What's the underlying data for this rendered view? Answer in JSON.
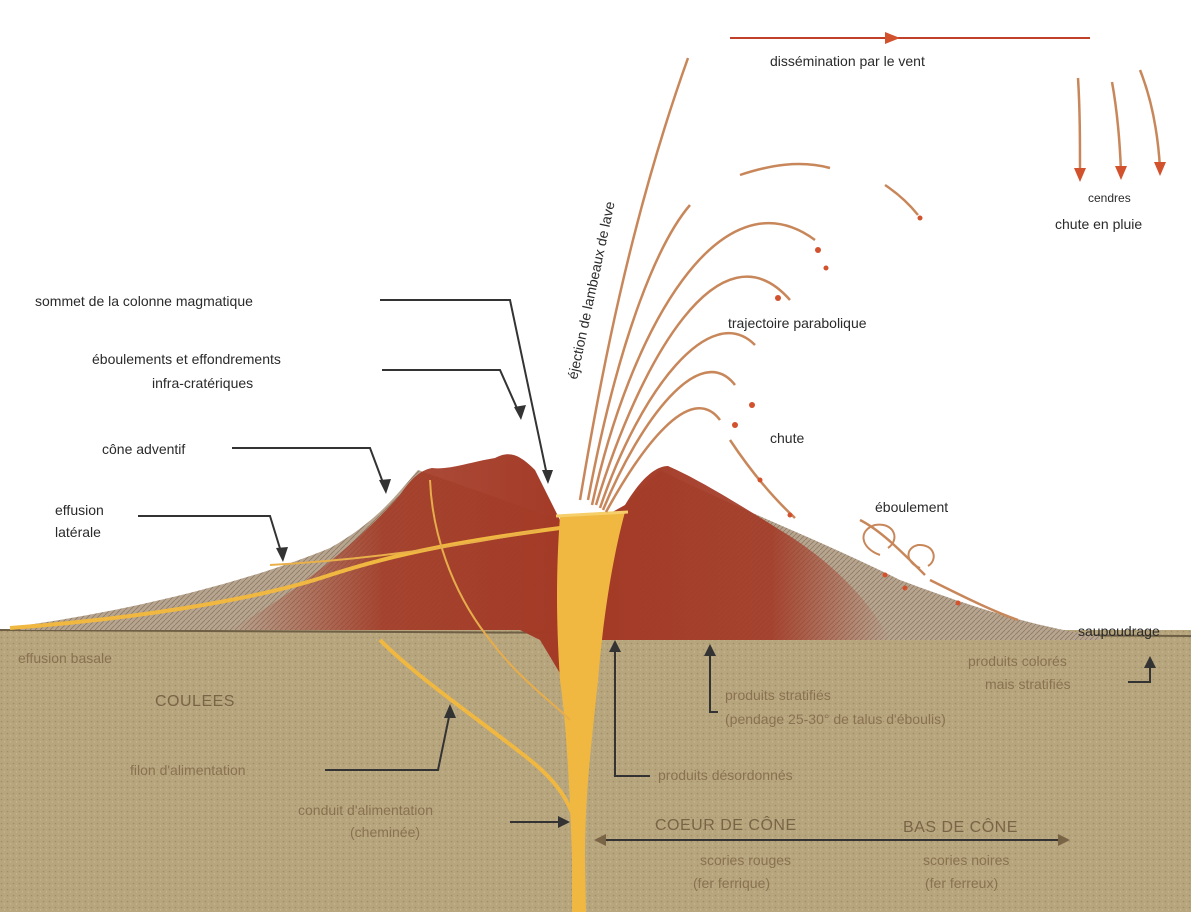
{
  "diagram": {
    "labels": {
      "wind": "dissémination par le vent",
      "rain_small": "cendres",
      "rain": "chute en pluie",
      "lava_ejection": "éjection de lambeaux de lave",
      "parabolic": "trajectoire parabolique",
      "fall": "chute",
      "collapse": "éboulement",
      "dusting": "saupoudrage",
      "column_top": "sommet de la colonne magmatique",
      "infra_line1": "éboulements et effondrements",
      "infra_line2": "infra-cratériques",
      "adventive_cone": "cône adventif",
      "lateral_line1": "effusion",
      "lateral_line2": "latérale",
      "basal_effusion": "effusion basale",
      "flows": "COULEES",
      "feeder_dike": "filon d'alimentation",
      "conduit_line1": "conduit d'alimentation",
      "conduit_line2": "(cheminée)",
      "disordered": "produits désordonnés",
      "stratified_line1": "produits stratifiés",
      "stratified_line2": "(pendage 25-30° de talus d'éboulis)",
      "colored_line1": "produits colorés",
      "colored_line2": "mais stratifiés",
      "cone_core": "COEUR DE CÔNE",
      "cone_core_sub1": "scories rouges",
      "cone_core_sub2": "(fer ferrique)",
      "cone_base": "BAS DE CÔNE",
      "cone_base_sub1": "scories noires",
      "cone_base_sub2": "(fer ferreux)"
    },
    "colors": {
      "cone_red": "#a33a26",
      "magma": "#f0b840",
      "ground": "#b7a57e",
      "tephra": "#b39c86",
      "arrow": "#d2522e"
    }
  }
}
